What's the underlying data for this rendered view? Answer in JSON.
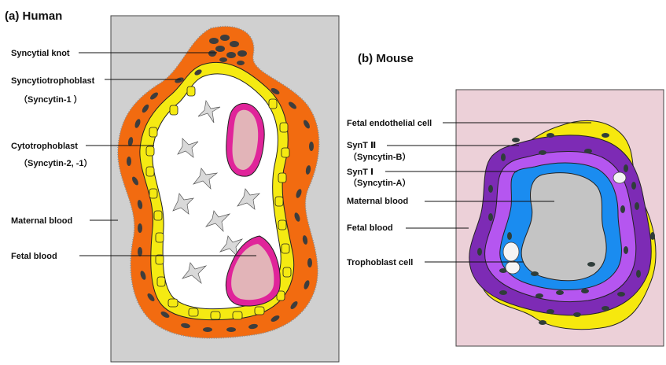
{
  "human": {
    "title": "(a) Human",
    "labels": {
      "syncytial_knot": "Syncytial knot",
      "syncytiotrophoblast": "Syncytiotrophoblast",
      "syncytin1": "（Syncytin-1 ）",
      "cytotrophoblast": "Cytotrophoblast",
      "syncytin2": "（Syncytin-2, -1）",
      "maternal_blood": "Maternal blood",
      "fetal_blood": "Fetal blood"
    }
  },
  "mouse": {
    "title": "(b) Mouse",
    "labels": {
      "fetal_endothelial": "Fetal endothelial cell",
      "synt2": "SynT Ⅱ",
      "syncytinB": "（Syncytin-B）",
      "synt1": "SynT Ⅰ",
      "syncytinA": "（Syncytin-A）",
      "maternal_blood": "Maternal blood",
      "fetal_blood": "Fetal blood",
      "trophoblast": "Trophoblast cell"
    }
  },
  "colors": {
    "human_background": "#d0d0d0",
    "syncytiotrophoblast_orange": "#f26b10",
    "cytotrophoblast_yellow": "#f5ea12",
    "fetal_capillary_magenta": "#e0249a",
    "fetal_blood_pink": "#e2b4b8",
    "mouse_background": "#ecd0d8",
    "synt2_purple": "#7d2bb5",
    "synt1_violet": "#b556f0",
    "trophoblast_blue": "#1a8cf0",
    "endothelial_yellow": "#f6e80e",
    "maternal_blood_gray": "#c4c4c4"
  }
}
